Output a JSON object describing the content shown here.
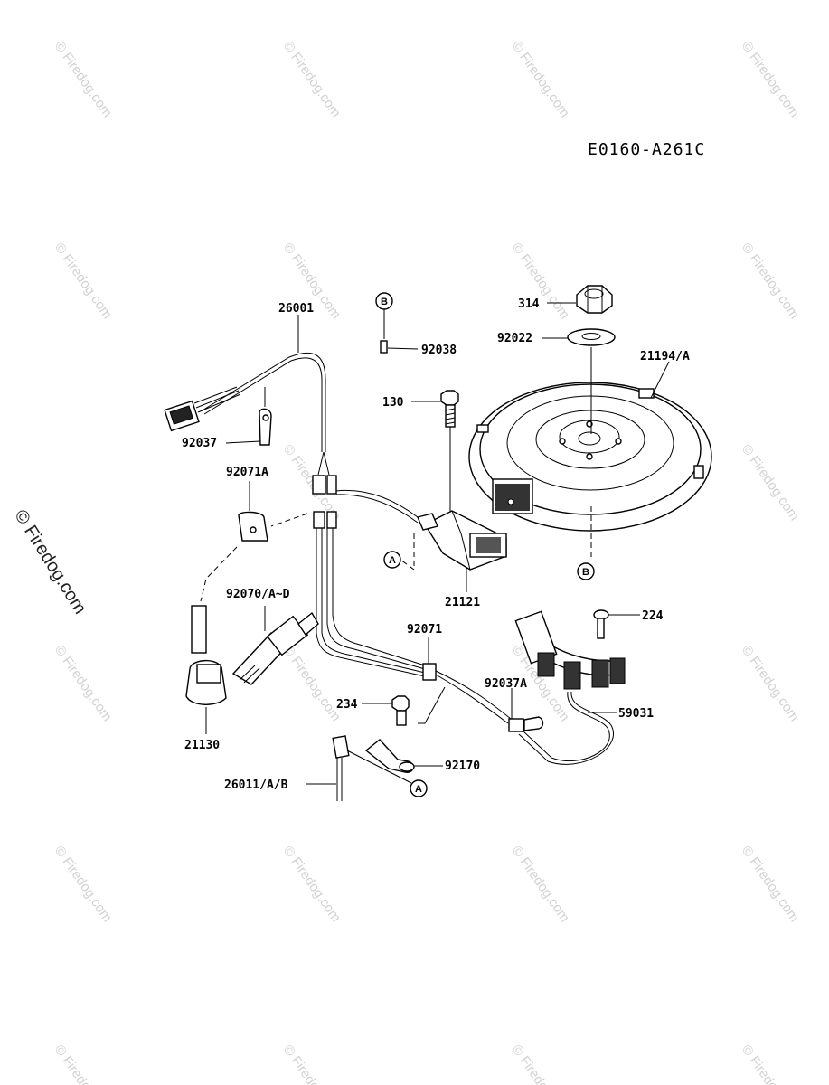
{
  "diagram_code": "E0160-A261C",
  "watermark_text": "© Firedog.com",
  "parts": {
    "p26001": "26001",
    "p92038": "92038",
    "p314": "314",
    "p92022": "92022",
    "p21194": "21194/A",
    "p130": "130",
    "p92037": "92037",
    "p92071A": "92071A",
    "p21121": "21121",
    "p92070": "92070/A~D",
    "p92071": "92071",
    "p224": "224",
    "p92037A": "92037A",
    "p59031": "59031",
    "p234": "234",
    "p21130": "21130",
    "p92170": "92170",
    "p26011": "26011/A/B"
  },
  "refs": {
    "b_top": "B",
    "b_bottom": "B",
    "a_left": "A",
    "a_bottom": "A"
  }
}
